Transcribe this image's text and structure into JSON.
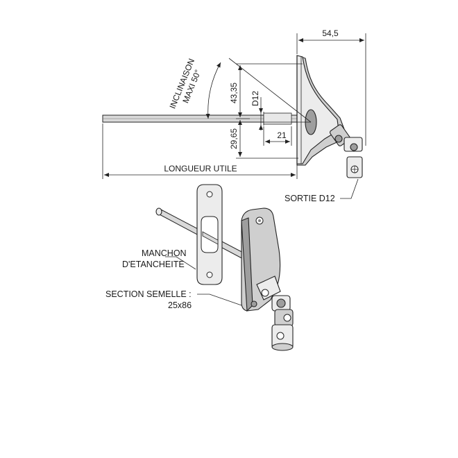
{
  "dimensions": {
    "width_total": "54,5",
    "height_upper": "43,35",
    "height_lower": "29,65",
    "shaft_diameter": "D12",
    "shaft_length": "21",
    "useful_length": "LONGUEUR UTILE",
    "inclination_line1": "INCLINAISON",
    "inclination_line2": "MAXI 50°"
  },
  "labels": {
    "output": "SORTIE D12",
    "sleeve_line1": "MANCHON",
    "sleeve_line2": "D'ETANCHEITE",
    "section_line1": "SECTION SEMELLE :",
    "section_line2": "25x86"
  }
}
